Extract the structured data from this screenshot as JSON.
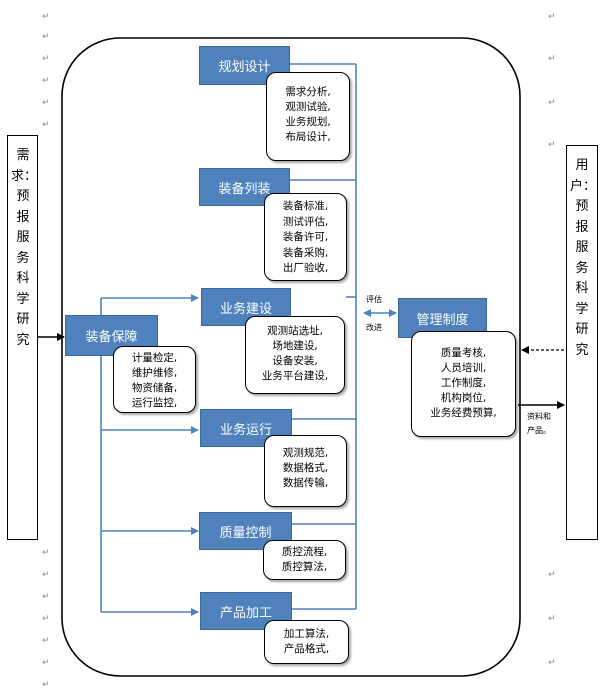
{
  "left_side": {
    "label": "需求：预报服务科学研究"
  },
  "right_side": {
    "label": "用户：预报服务科学研究"
  },
  "equip_support": {
    "title": "装备保障",
    "items": [
      "计量检定,",
      "维护维修,",
      "物资储备,",
      "运行监控,"
    ]
  },
  "modules": [
    {
      "title": "规划设计",
      "items": [
        "需求分析,",
        "观测试验,",
        "业务规划,",
        "布局设计,"
      ]
    },
    {
      "title": "装备列装",
      "items": [
        "装备标准,",
        "测试评估,",
        "装备许可,",
        "装备采购,",
        "出厂验收,"
      ]
    },
    {
      "title": "业务建设",
      "items": [
        "观测站选址,",
        "场地建设,",
        "设备安装,",
        "业务平台建设,"
      ]
    },
    {
      "title": "业务运行",
      "items": [
        "观测规范,",
        "数据格式,",
        "数据传输,"
      ]
    },
    {
      "title": "质量控制",
      "items": [
        "质控流程,",
        "质控算法,"
      ]
    },
    {
      "title": "产品加工",
      "items": [
        "加工算法,",
        "产品格式,"
      ]
    }
  ],
  "management": {
    "title": "管理制度",
    "items": [
      "质量考核,",
      "人员培训,",
      "工作制度,",
      "机构岗位,",
      "业务经费预算,"
    ]
  },
  "link_labels": {
    "evaluate": "评估",
    "improve": "改进",
    "output_top": "资料和",
    "output_bottom": "产品。"
  },
  "para_mark": "↵",
  "colors": {
    "blue_fill": "#4f81bd",
    "connector": "#4f81bd",
    "outline": "#000000"
  }
}
